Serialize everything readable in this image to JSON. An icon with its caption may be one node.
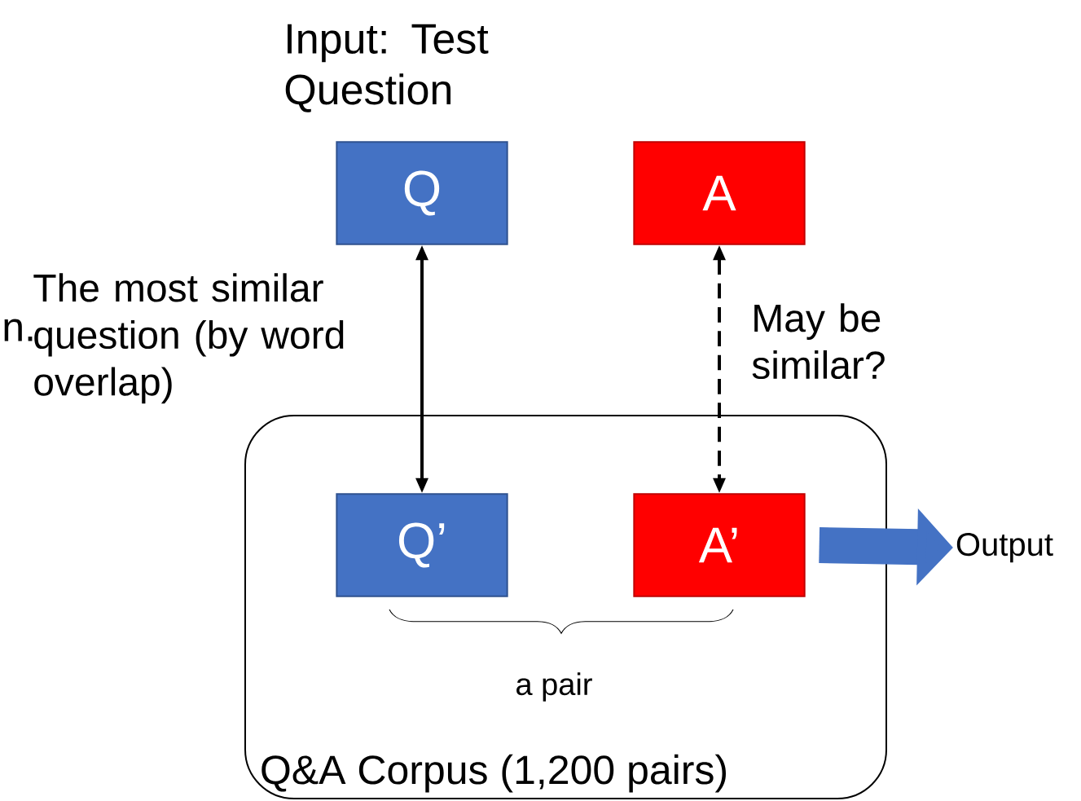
{
  "diagram": {
    "nodes": [
      {
        "text": [
          "Q&A Corpus (1,200 pairs)"
        ]
      },
      {
        "text": [
          "Q"
        ],
        "beside": [
          "Input: Test Question"
        ]
      },
      {
        "text": [
          "A"
        ]
      },
      {
        "text": [
          "Q’"
        ],
        "in": 0
      },
      {
        "text": [
          "A’"
        ],
        "in": 0
      },
      {
        "text": [
          "Output"
        ]
      }
    ],
    "edges": [
      {
        "from": 1,
        "to": 3,
        "arrow": "both",
        "label": "The most similar question (by word overlap)"
      },
      {
        "from": 2,
        "to": 4,
        "arrow": "both",
        "style": "dashed",
        "label": "May be similar?"
      },
      {
        "from": 4,
        "to": 5,
        "arrow": "to",
        "style": "thick",
        "color": "#4472c4"
      }
    ],
    "labels": [
      "n.",
      "a pair"
    ]
  }
}
